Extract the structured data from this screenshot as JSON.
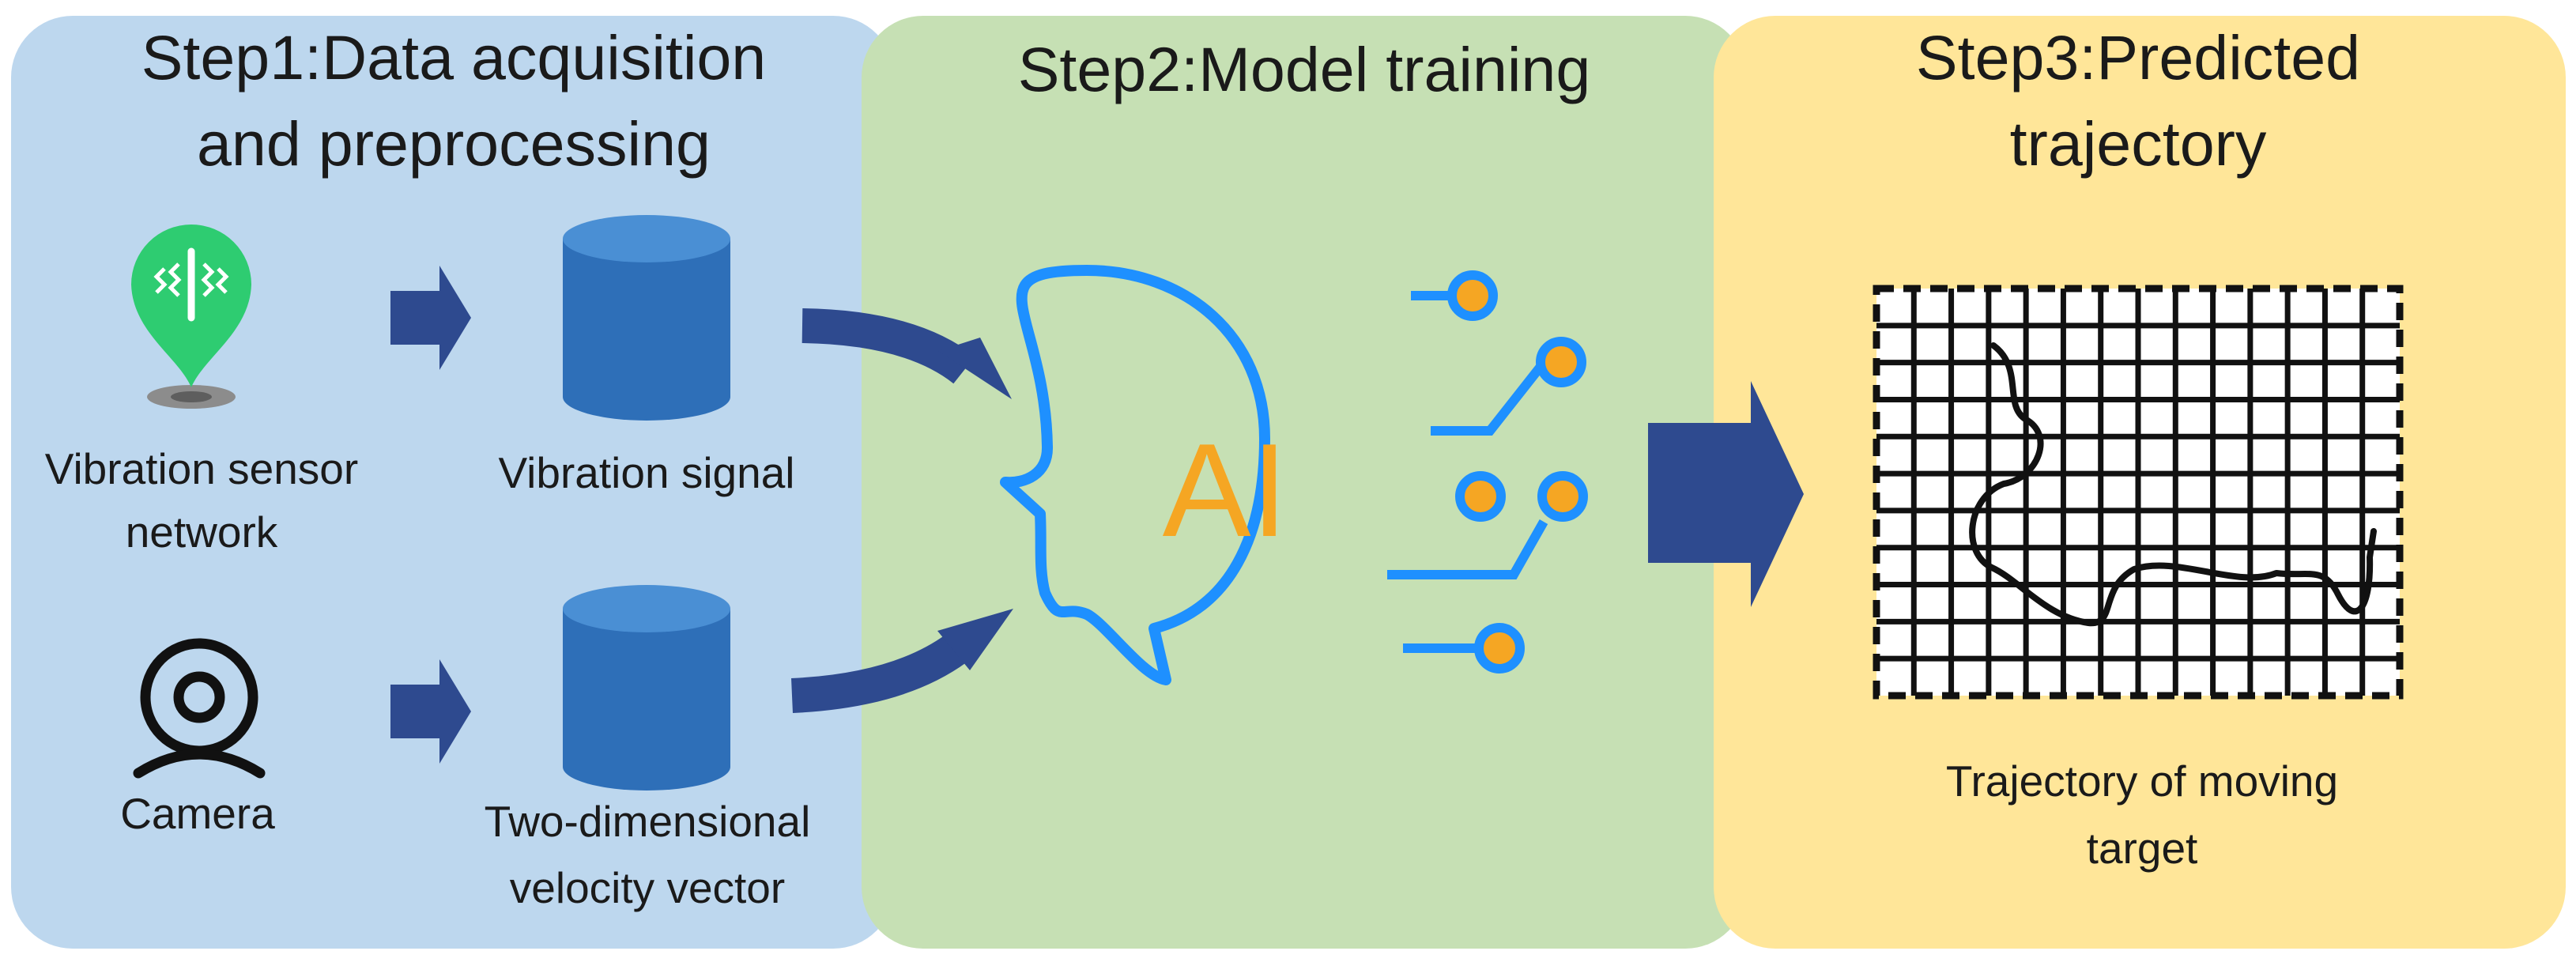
{
  "step1": {
    "title_line1": "Step1:Data acquisition",
    "title_line2": "and preprocessing",
    "sensor_label_line1": "Vibration sensor",
    "sensor_label_line2": "network",
    "signal_label": "Vibration signal",
    "camera_label": "Camera",
    "vector_label_line1": "Two-dimensional",
    "vector_label_line2": "velocity vector"
  },
  "step2": {
    "title": "Step2:Model training",
    "ai_text": "AI"
  },
  "step3": {
    "title_line1": "Step3:Predicted",
    "title_line2": "trajectory",
    "trajectory_label_line1": "Trajectory of moving",
    "trajectory_label_line2": "target"
  },
  "colors": {
    "panel1": "#bdd7ee",
    "panel2": "#c6e0b4",
    "panel3": "#ffe699",
    "arrow": "#2e4a8f",
    "database": "#2e6fb8",
    "head_outline": "#1e90ff",
    "ai_text": "#f5a623",
    "node": "#f5a623",
    "sensor": "#2ecc71"
  }
}
